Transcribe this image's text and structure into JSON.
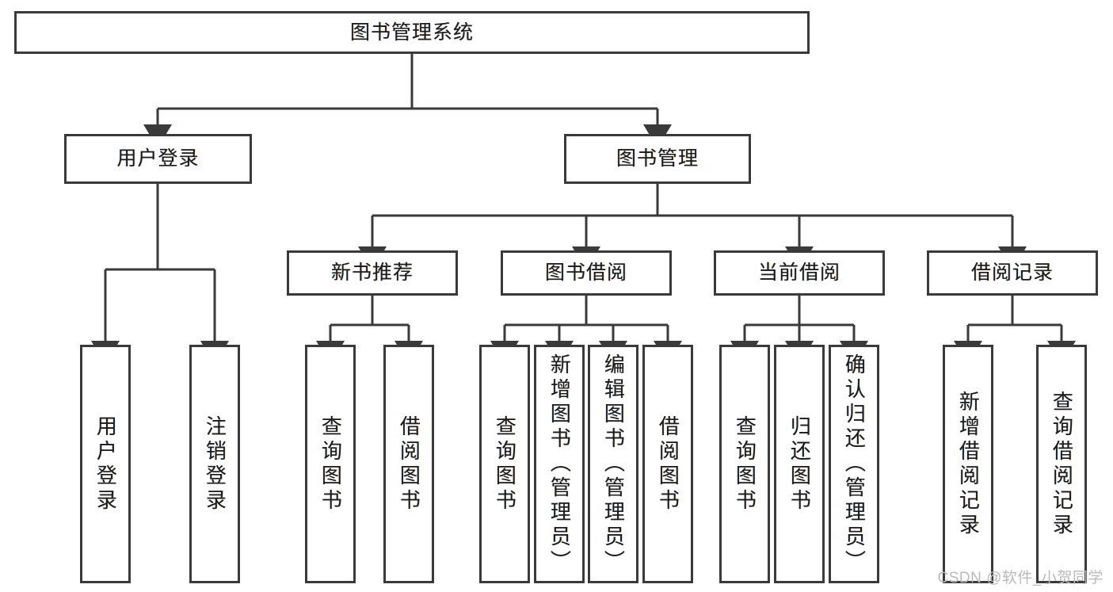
{
  "diagram": {
    "title": "图书管理系统",
    "type": "tree-hierarchy-chart",
    "root": {
      "label": "图书管理系统"
    },
    "level2": [
      {
        "label": "用户登录"
      },
      {
        "label": "图书管理"
      }
    ],
    "level3": [
      {
        "label": "新书推荐"
      },
      {
        "label": "图书借阅"
      },
      {
        "label": "当前借阅"
      },
      {
        "label": "借阅记录"
      }
    ],
    "leaves": [
      {
        "label": "用户登录",
        "parent": "用户登录"
      },
      {
        "label": "注销登录",
        "parent": "用户登录"
      },
      {
        "label": "查询图书",
        "parent": "新书推荐"
      },
      {
        "label": "借阅图书",
        "parent": "新书推荐"
      },
      {
        "label": "查询图书",
        "parent": "图书借阅"
      },
      {
        "label": "新增图书（管理员）",
        "parent": "图书借阅"
      },
      {
        "label": "编辑图书（管理员）",
        "parent": "图书借阅"
      },
      {
        "label": "借阅图书",
        "parent": "图书借阅"
      },
      {
        "label": "查询图书",
        "parent": "当前借阅"
      },
      {
        "label": "归还图书",
        "parent": "当前借阅"
      },
      {
        "label": "确认归还（管理员）",
        "parent": "当前借阅"
      },
      {
        "label": "新增借阅记录",
        "parent": "借阅记录"
      },
      {
        "label": "查询借阅记录",
        "parent": "借阅记录"
      }
    ],
    "watermark": "CSDN @软件_小贺同学",
    "colors": {
      "border": "#3a3a3a",
      "text": "#1b1b1b",
      "background": "#ffffff",
      "watermark": "#b9b9b9"
    }
  }
}
